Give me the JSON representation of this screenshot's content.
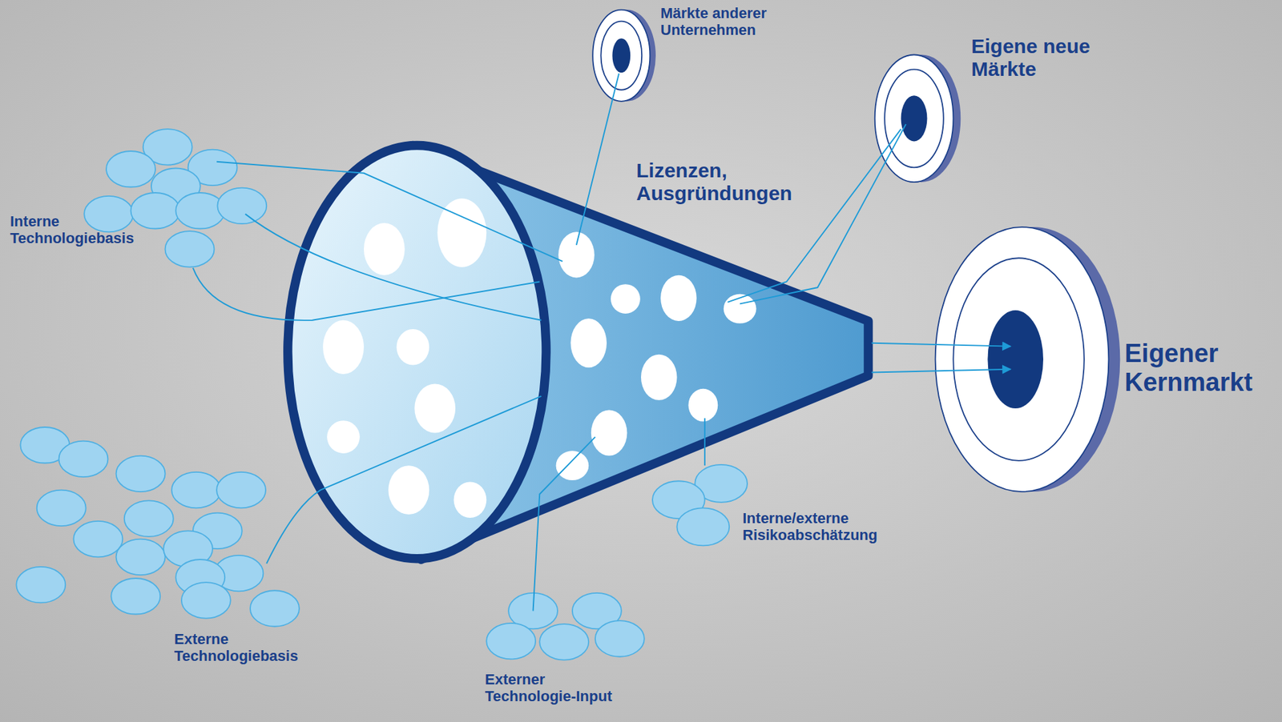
{
  "diagram": {
    "nodes": [
      {
        "text": [
          "Märkte anderer Unternehmen"
        ]
      },
      {
        "text": [
          "Eigene neue Märkte"
        ]
      },
      {
        "text": [
          "Interne Technologiebasis"
        ]
      },
      {
        "text": [
          "Eigener Kernmarkt"
        ]
      },
      {
        "text": [
          "Interne/externe Risikoabschätzung"
        ]
      },
      {
        "text": [
          "Externe Technologiebasis"
        ]
      },
      {
        "text": [
          "Externer Technologie-Input"
        ]
      }
    ],
    "labels": [
      "Lizenzen, Ausgründungen"
    ]
  }
}
